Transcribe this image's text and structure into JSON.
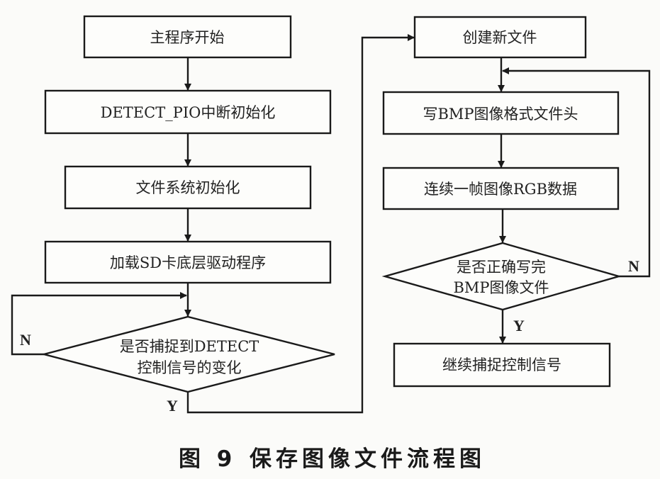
{
  "diagram": {
    "type": "flowchart",
    "caption": {
      "figure": "图 9",
      "title": "保存图像文件流程图"
    },
    "nodes": [
      {
        "id": "start",
        "shape": "process",
        "label": "主程序开始"
      },
      {
        "id": "pio_init",
        "shape": "process",
        "label": "DETECT_PIO中断初始化"
      },
      {
        "id": "fs_init",
        "shape": "process",
        "label": "文件系统初始化"
      },
      {
        "id": "sd_driver",
        "shape": "process",
        "label": "加载SD卡底层驱动程序"
      },
      {
        "id": "detect_check",
        "shape": "decision",
        "label_lines": [
          "是否捕捉到DETECT",
          "控制信号的变化"
        ]
      },
      {
        "id": "create_file",
        "shape": "process",
        "label": "创建新文件"
      },
      {
        "id": "write_header",
        "shape": "process",
        "label": "写BMP图像格式文件头"
      },
      {
        "id": "write_rgb",
        "shape": "process",
        "label": "连续一帧图像RGB数据"
      },
      {
        "id": "write_check",
        "shape": "decision",
        "label_lines": [
          "是否正确写完",
          "BMP图像文件"
        ]
      },
      {
        "id": "continue",
        "shape": "process",
        "label": "继续捕捉控制信号"
      }
    ],
    "edges": [
      {
        "from": "start",
        "to": "pio_init",
        "label": ""
      },
      {
        "from": "pio_init",
        "to": "fs_init",
        "label": ""
      },
      {
        "from": "fs_init",
        "to": "sd_driver",
        "label": ""
      },
      {
        "from": "sd_driver",
        "to": "detect_check",
        "label": ""
      },
      {
        "from": "detect_check",
        "to": "detect_check",
        "label": "N"
      },
      {
        "from": "detect_check",
        "to": "create_file",
        "label": "Y"
      },
      {
        "from": "create_file",
        "to": "write_header",
        "label": ""
      },
      {
        "from": "write_header",
        "to": "write_rgb",
        "label": ""
      },
      {
        "from": "write_rgb",
        "to": "write_check",
        "label": ""
      },
      {
        "from": "write_check",
        "to": "write_header",
        "label": "N"
      },
      {
        "from": "write_check",
        "to": "continue",
        "label": "Y"
      }
    ]
  }
}
